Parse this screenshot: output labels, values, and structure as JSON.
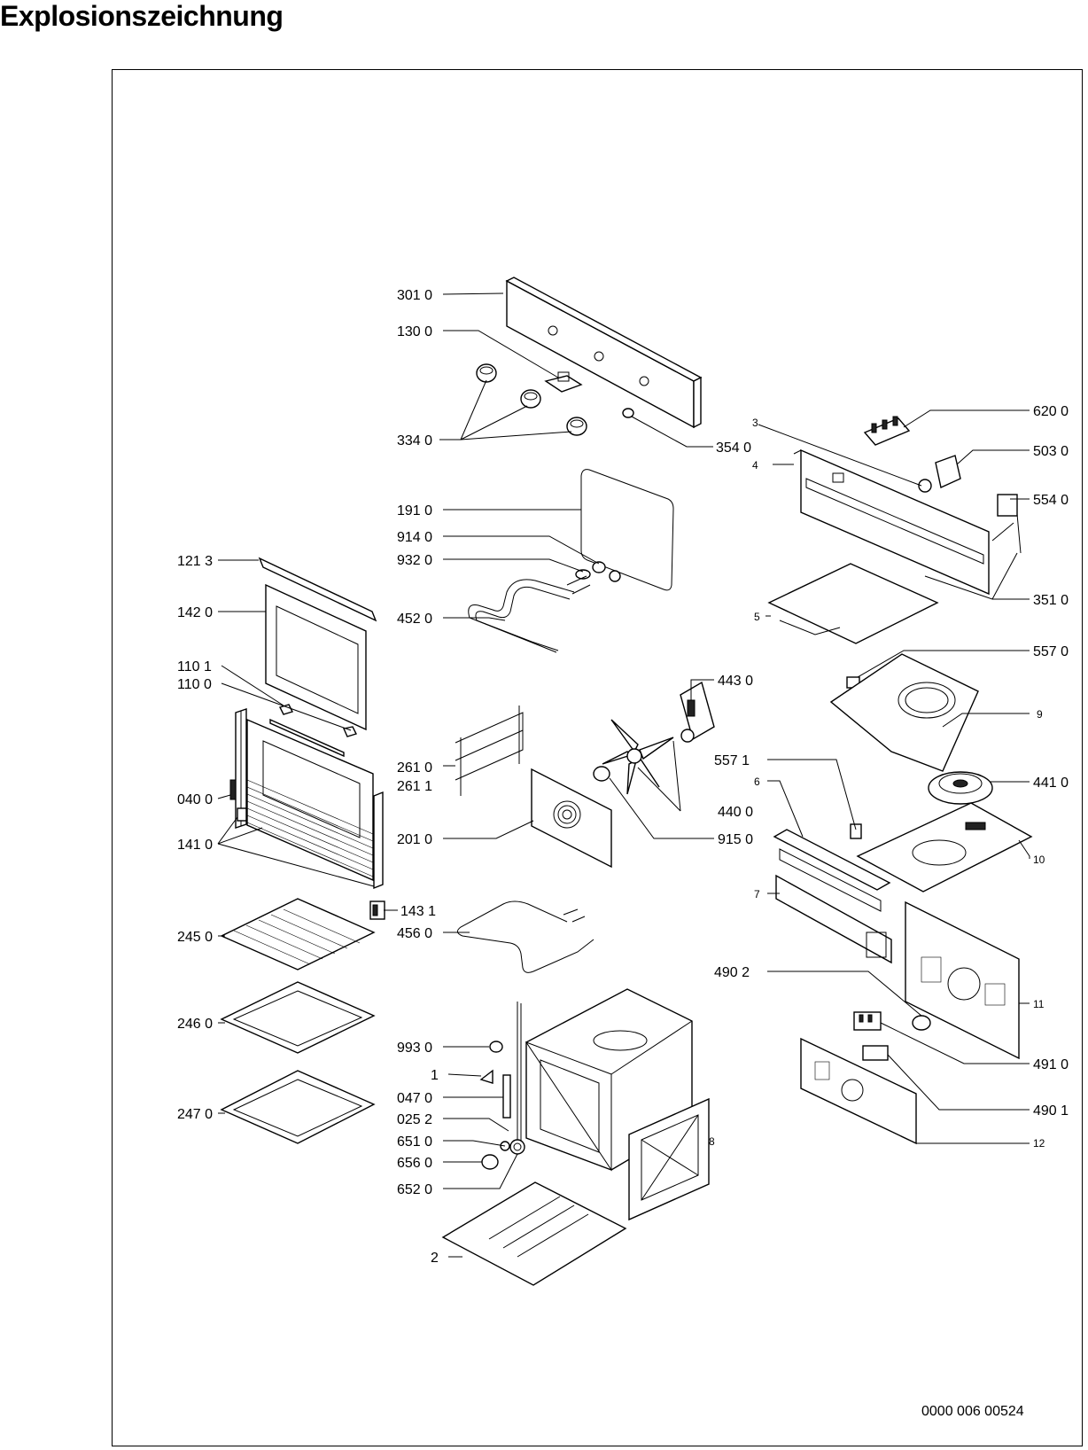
{
  "page": {
    "title": "Explosionszeichnung",
    "drawing_number": "0000 006 00524"
  },
  "callouts": {
    "c3010": "301 0",
    "c1300": "130 0",
    "c3340": "334 0",
    "c3540": "354 0",
    "c1910": "191 0",
    "c9140": "914 0",
    "c9320": "932 0",
    "c4520": "452 0",
    "c1213": "121 3",
    "c1420": "142 0",
    "c1101": "110 1",
    "c1100": "110 0",
    "c0400": "040 0",
    "c1410": "141 0",
    "c2610": "261 0",
    "c2611": "261 1",
    "c2010": "201 0",
    "c1431": "143 1",
    "c4560": "456 0",
    "c2450": "245 0",
    "c2460": "246 0",
    "c2470": "247 0",
    "c4430": "443 0",
    "c4400": "440 0",
    "c9150": "915 0",
    "c5571": "557 1",
    "c9930": "993 0",
    "c1": "1",
    "c0470": "047 0",
    "c0252": "025 2",
    "c6510": "651 0",
    "c6560": "656 0",
    "c6520": "652 0",
    "c2": "2",
    "c8": "8",
    "c3": "3",
    "c4": "4",
    "c6200": "620 0",
    "c5030": "503 0",
    "c5540": "554 0",
    "c3510": "351 0",
    "c5": "5",
    "c5570": "557 0",
    "c9": "9",
    "c4410": "441 0",
    "c6": "6",
    "c10": "10",
    "c7": "7",
    "c11": "11",
    "c4902": "490 2",
    "c4910": "491 0",
    "c4901": "490 1",
    "c12": "12"
  }
}
